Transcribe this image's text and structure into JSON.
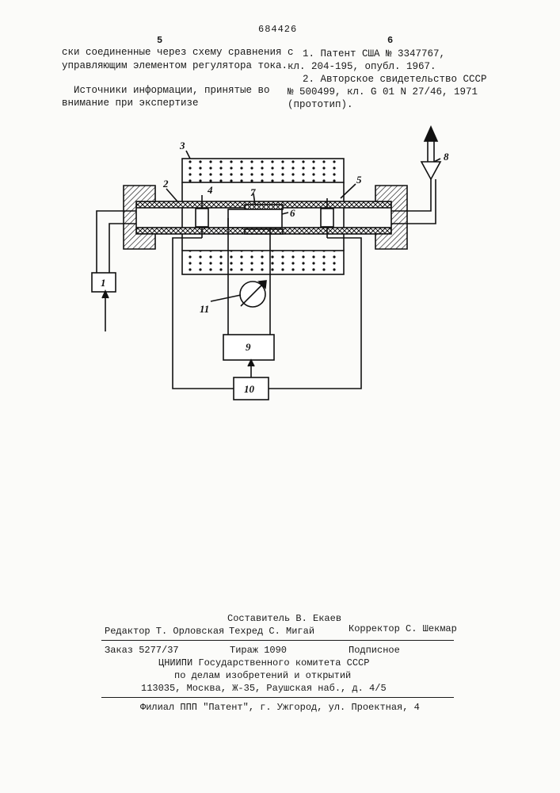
{
  "header": {
    "patent_number": "684426",
    "col_left_number": "5",
    "col_right_number": "6"
  },
  "left_column": {
    "line1": "ски соединенные через схему сравнения с",
    "line2": "управляющим элементом регулятора тока.",
    "sources_line1": "Источники информации, принятые во",
    "sources_line2": "внимание при экспертизе"
  },
  "right_column": {
    "ref1_line1": "1. Патент США № 3347767,",
    "ref1_line2": "кл. 204-195, опубл. 1967.",
    "ref2_line1": "2. Авторское свидетельство СССР",
    "ref2_line2": "№ 500499, кл. G 01 N 27/46, 1971",
    "ref2_line3": "(прототип)."
  },
  "figure": {
    "labels": {
      "l1": "1",
      "l2": "2",
      "l3": "3",
      "l4": "4",
      "l5": "5",
      "l6": "6",
      "l7": "7",
      "l8": "8",
      "l9": "9",
      "l10": "10",
      "l11": "11"
    }
  },
  "colophon": {
    "compiler": "Составитель В. Екаев",
    "editor": "Редактор Т. Орловская",
    "techred": "Техред С. Мигай",
    "corrector": "Корректор С. Шекмар",
    "order": "Заказ 5277/37",
    "circulation": "Тираж 1090",
    "subscription": "Подписное",
    "org_line1": "ЦНИИПИ Государственного комитета СССР",
    "org_line2": "по делам изобретений и открытий",
    "org_address": "113035, Москва, Ж-35, Раушская наб., д. 4/5",
    "branch": "Филиал ППП \"Патент\", г. Ужгород, ул. Проектная, 4"
  }
}
